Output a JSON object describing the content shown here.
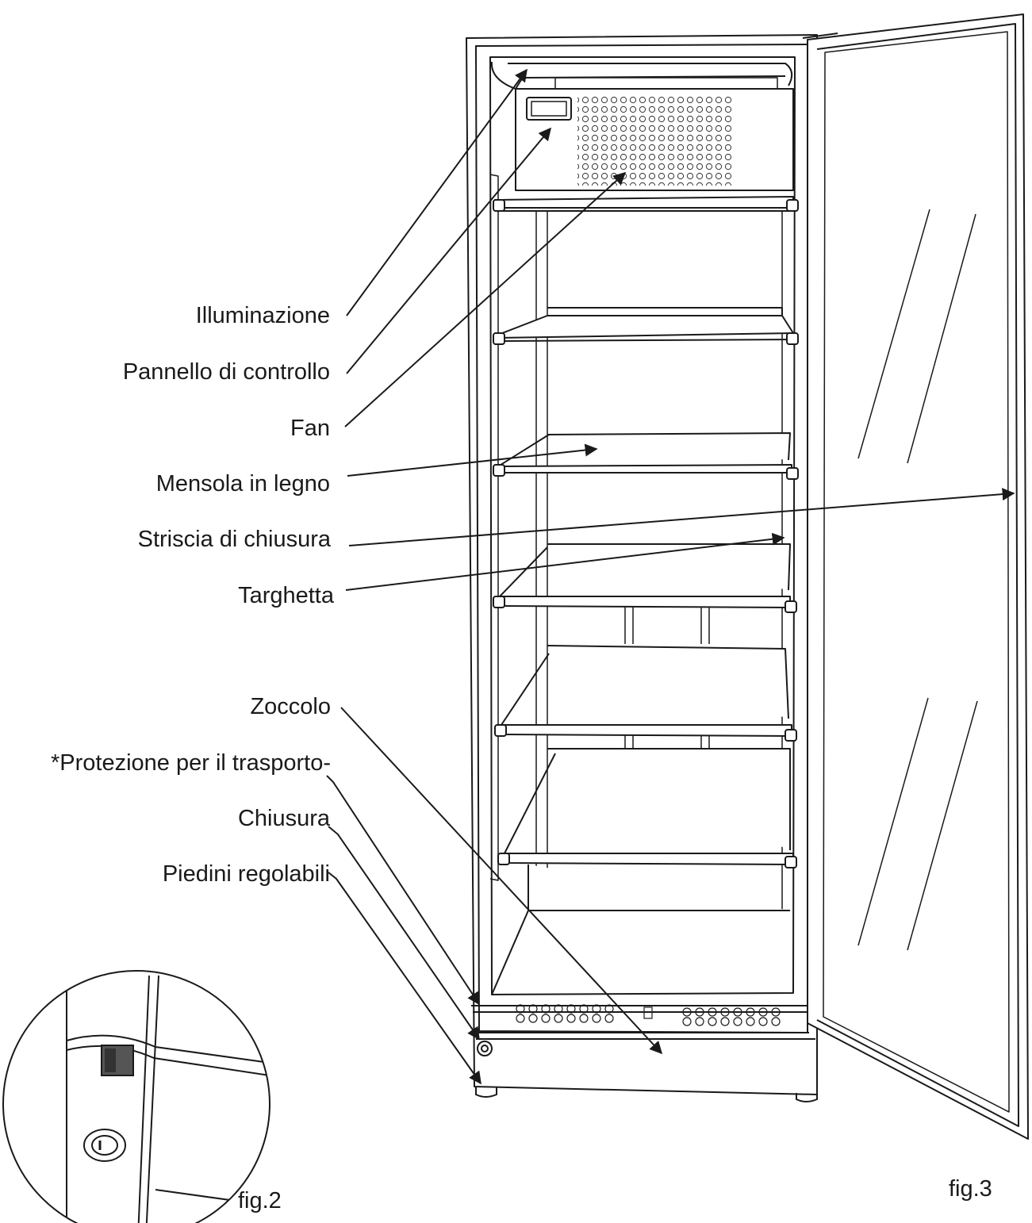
{
  "labels": {
    "illuminazione": "Illuminazione",
    "pannello": "Pannello di controllo",
    "fan": "Fan",
    "mensola": "Mensola in legno",
    "striscia": "Striscia di chiusura",
    "targhetta": "Targhetta",
    "zoccolo": "Zoccolo",
    "protezione": "*Protezione per il trasporto-",
    "chiusura": "Chiusura",
    "piedini": "Piedini regolabili"
  },
  "figures": {
    "fig2": "fig.2",
    "fig3": "fig.3"
  }
}
